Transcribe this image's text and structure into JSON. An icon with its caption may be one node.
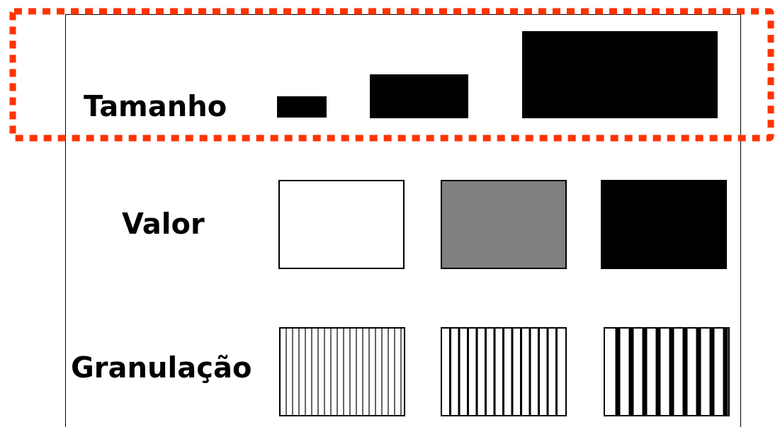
{
  "diagram": {
    "labels": [
      "Tamanho",
      "Valor",
      "Granulação"
    ]
  }
}
